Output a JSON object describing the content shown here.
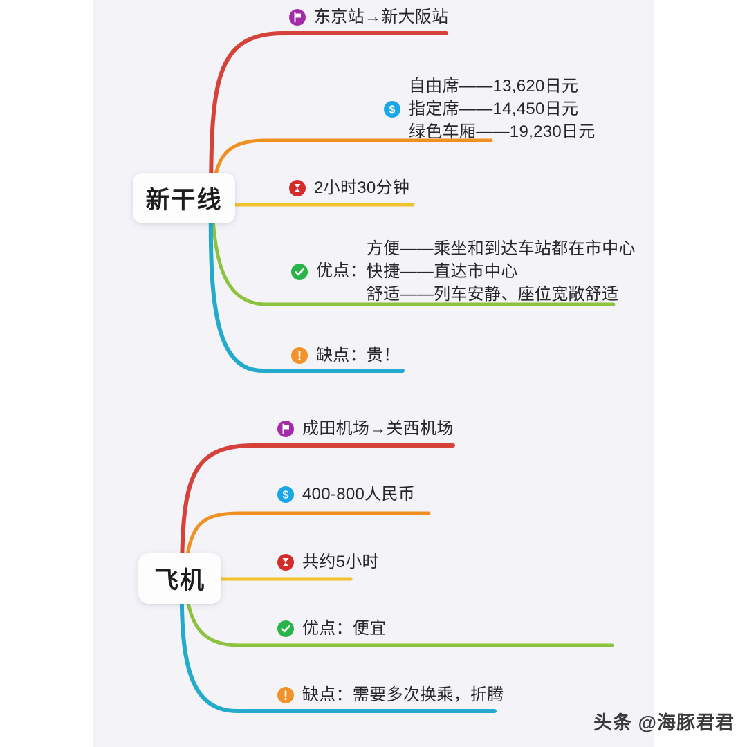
{
  "watermark": "头条 @海豚君君",
  "canvas": {
    "background": "#f4f3f8",
    "page_background": "#ffffff"
  },
  "branches": [
    {
      "id": "shinkansen",
      "root_label": "新干线",
      "topics": [
        {
          "id": "route",
          "icon": "flag-icon",
          "icon_color": "#a32ba8",
          "line_color": "#d6413a",
          "lines": [
            "东京站→新大阪站"
          ]
        },
        {
          "id": "price",
          "icon": "dollar-icon",
          "icon_color": "#1aa7e8",
          "line_color": "#ef9020",
          "lines": [
            "自由席——13,620日元",
            "指定席——14,450日元",
            "绿色车厢——19,230日元"
          ]
        },
        {
          "id": "duration",
          "icon": "hourglass-icon",
          "icon_color": "#d52b2b",
          "line_color": "#f2c12e",
          "lines": [
            "2小时30分钟"
          ]
        },
        {
          "id": "pros",
          "icon": "check-icon",
          "icon_color": "#29b44a",
          "line_color": "#8dc23f",
          "prefix": "优点：",
          "lines": [
            "方便——乘坐和到达车站都在市中心",
            "快捷——直达市中心",
            "舒适——列车安静、座位宽敞舒适"
          ]
        },
        {
          "id": "cons",
          "icon": "exclaim-icon",
          "icon_color": "#f0932b",
          "line_color": "#23aacd",
          "prefix": "缺点：",
          "lines": [
            "贵！"
          ]
        }
      ]
    },
    {
      "id": "airplane",
      "root_label": "飞机",
      "topics": [
        {
          "id": "route",
          "icon": "flag-icon",
          "icon_color": "#a32ba8",
          "line_color": "#d6413a",
          "lines": [
            "成田机场→关西机场"
          ]
        },
        {
          "id": "price",
          "icon": "dollar-icon",
          "icon_color": "#1aa7e8",
          "line_color": "#ef9020",
          "lines": [
            "400-800人民币"
          ]
        },
        {
          "id": "duration",
          "icon": "hourglass-icon",
          "icon_color": "#d52b2b",
          "line_color": "#f2c12e",
          "lines": [
            "共约5小时"
          ]
        },
        {
          "id": "pros",
          "icon": "check-icon",
          "icon_color": "#29b44a",
          "line_color": "#8dc23f",
          "prefix": "优点：",
          "lines": [
            "便宜"
          ]
        },
        {
          "id": "cons",
          "icon": "exclaim-icon",
          "icon_color": "#f0932b",
          "line_color": "#23aacd",
          "prefix": "缺点：",
          "lines": [
            "需要多次换乘，折腾"
          ]
        }
      ]
    }
  ]
}
